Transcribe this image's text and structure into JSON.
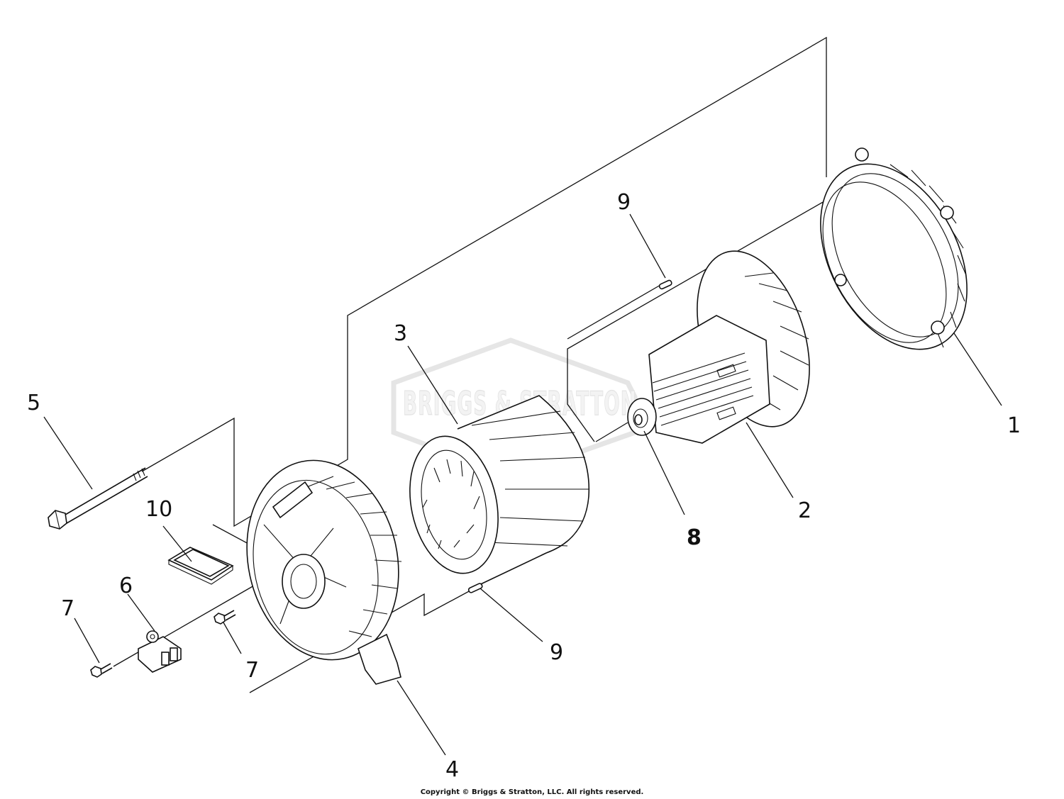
{
  "watermark": {
    "text": "BRIGGS & STRATTON"
  },
  "callouts": [
    {
      "id": "1",
      "label": "1",
      "name": "callout-1"
    },
    {
      "id": "2",
      "label": "2",
      "name": "callout-2"
    },
    {
      "id": "3",
      "label": "3",
      "name": "callout-3"
    },
    {
      "id": "4",
      "label": "4",
      "name": "callout-4"
    },
    {
      "id": "5",
      "label": "5",
      "name": "callout-5"
    },
    {
      "id": "6",
      "label": "6",
      "name": "callout-6"
    },
    {
      "id": "7a",
      "label": "7",
      "name": "callout-7-left"
    },
    {
      "id": "7b",
      "label": "7",
      "name": "callout-7-right"
    },
    {
      "id": "8",
      "label": "8",
      "name": "callout-8"
    },
    {
      "id": "9a",
      "label": "9",
      "name": "callout-9-top"
    },
    {
      "id": "9b",
      "label": "9",
      "name": "callout-9-bottom"
    },
    {
      "id": "10",
      "label": "10",
      "name": "callout-10"
    }
  ],
  "footer": {
    "copyright": "Copyright © Briggs & Stratton, LLC. All rights reserved."
  }
}
